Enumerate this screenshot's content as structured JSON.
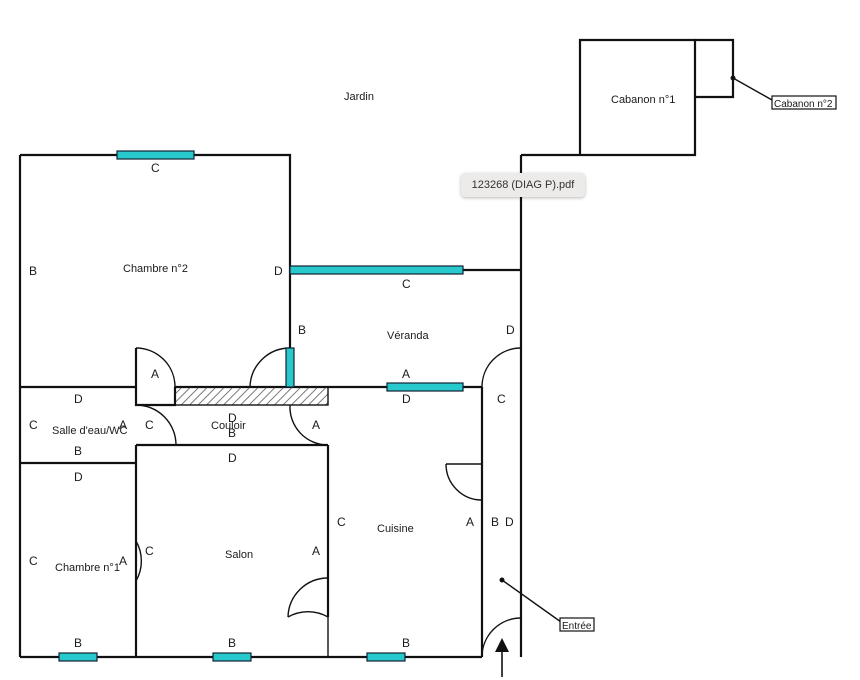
{
  "file_tag": "123268 (DIAG P).pdf",
  "rooms": {
    "jardin": "Jardin",
    "cabanon1": "Cabanon n°1",
    "chambre2": "Chambre n°2",
    "veranda": "Véranda",
    "salle_eau": "Salle d'eau/WC",
    "couloir": "Couloir",
    "salon": "Salon",
    "cuisine": "Cuisine",
    "chambre1": "Chambre n°1"
  },
  "callouts": {
    "cabanon2": "Cabanon n°2",
    "entree": "Entrée"
  },
  "wall_labels": {
    "a": "A",
    "b": "B",
    "c": "C",
    "d": "D"
  },
  "colors": {
    "window": "#28c9cc",
    "wall": "#111111",
    "hatch": "#555555"
  }
}
